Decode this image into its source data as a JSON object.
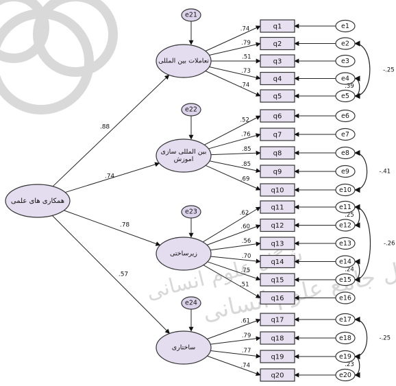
{
  "higher_factor": {
    "label": "همکاری های علمی"
  },
  "factors": [
    {
      "id": "f1",
      "label_lines": [
        "تعاملات بین المللی"
      ],
      "disturbance": "e21",
      "loading": ".88",
      "items": [
        {
          "q": "q1",
          "e": "e1",
          "w": ".74"
        },
        {
          "q": "q2",
          "e": "e2",
          "w": ".79"
        },
        {
          "q": "q3",
          "e": "e3",
          "w": ".51"
        },
        {
          "q": "q4",
          "e": "e4",
          "w": ".73"
        },
        {
          "q": "q5",
          "e": "e5",
          "w": ".74"
        }
      ]
    },
    {
      "id": "f2",
      "label_lines": [
        "بین المللی سازی",
        "اموزش"
      ],
      "disturbance": "e22",
      "loading": ".74",
      "items": [
        {
          "q": "q6",
          "e": "e6",
          "w": ".52"
        },
        {
          "q": "q7",
          "e": "e7",
          "w": ".76"
        },
        {
          "q": "q8",
          "e": "e8",
          "w": ".85"
        },
        {
          "q": "q9",
          "e": "e9",
          "w": ".85"
        },
        {
          "q": "q10",
          "e": "e10",
          "w": ".69"
        }
      ]
    },
    {
      "id": "f3",
      "label_lines": [
        "زیرساختی"
      ],
      "disturbance": "e23",
      "loading": ".78",
      "items": [
        {
          "q": "q11",
          "e": "e11",
          "w": ".62"
        },
        {
          "q": "q12",
          "e": "e12",
          "w": ".60"
        },
        {
          "q": "q13",
          "e": "e13",
          "w": ".56"
        },
        {
          "q": "q14",
          "e": "e14",
          "w": ".70"
        },
        {
          "q": "q15",
          "e": "e15",
          "w": ".75"
        },
        {
          "q": "q16",
          "e": "e16",
          "w": ".51"
        }
      ]
    },
    {
      "id": "f4",
      "label_lines": [
        "ساختاری"
      ],
      "disturbance": "e24",
      "loading": ".57",
      "items": [
        {
          "q": "q17",
          "e": "e17",
          "w": ".61"
        },
        {
          "q": "q18",
          "e": "e18",
          "w": ".79"
        },
        {
          "q": "q19",
          "e": "e19",
          "w": ".77"
        },
        {
          "q": "q20",
          "e": "e20",
          "w": ".74"
        }
      ]
    }
  ],
  "covariances": [
    {
      "from": "e2",
      "to": "e5",
      "value": "-.25",
      "side": "outer"
    },
    {
      "from": "e4",
      "to": "e5",
      "value": ".39",
      "side": "inner"
    },
    {
      "from": "e8",
      "to": "e10",
      "value": "-.41",
      "side": "outer"
    },
    {
      "from": "e11",
      "to": "e12",
      "value": ".25",
      "side": "inner"
    },
    {
      "from": "e11",
      "to": "e15",
      "value": "-.26",
      "side": "outer"
    },
    {
      "from": "e14",
      "to": "e15",
      "value": ".24",
      "side": "inner"
    },
    {
      "from": "e17",
      "to": "e19",
      "value": "-.25",
      "side": "outer"
    },
    {
      "from": "e19",
      "to": "e20",
      "value": ".23",
      "side": "inner"
    }
  ],
  "watermark": {
    "lines": [
      "پرتال جامع علوم انسانی",
      "شگاه علوم انسانی"
    ]
  }
}
